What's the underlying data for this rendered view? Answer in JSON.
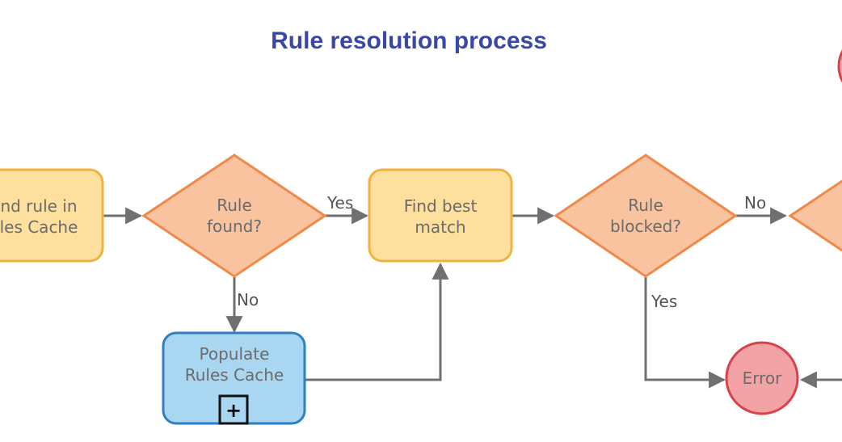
{
  "title": "Rule resolution process",
  "nodes": {
    "find_rule": {
      "line1": "nd rule in",
      "line2": "les Cache"
    },
    "rule_found": {
      "line1": "Rule",
      "line2": "found?"
    },
    "find_best_match": {
      "line1": "Find best",
      "line2": "match"
    },
    "rule_blocked": {
      "line1": "Rule",
      "line2": "blocked?"
    },
    "populate_cache": {
      "line1": "Populate",
      "line2": "Rules Cache",
      "marker": "+"
    },
    "error": {
      "label": "Error"
    }
  },
  "edges": {
    "found_yes": "Yes",
    "found_no": "No",
    "blocked_no": "No",
    "blocked_yes": "Yes"
  },
  "colors": {
    "title": "#3b47a8",
    "process_fill": "#fddf9e",
    "process_stroke": "#f2b23e",
    "decision_fill": "#f9c3a0",
    "decision_stroke": "#ef8a4a",
    "subprocess_fill": "#a9d6f0",
    "subprocess_stroke": "#2f7fc4",
    "terminal_fill": "#f3a3a6",
    "terminal_stroke": "#d9414b",
    "connector": "#707070"
  }
}
